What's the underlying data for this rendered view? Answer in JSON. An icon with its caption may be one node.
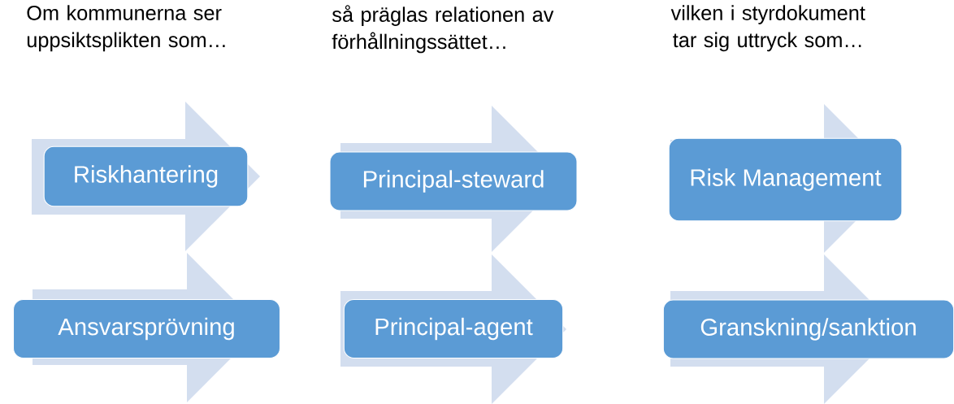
{
  "diagram": {
    "nodes": [
      {
        "text": [
          "Riskhantering"
        ]
      },
      {
        "text": [
          "Ansvarsprövning"
        ]
      },
      {
        "text": [
          "Principal-steward"
        ]
      },
      {
        "text": [
          "Principal-agent"
        ]
      },
      {
        "text": [
          "Risk Management"
        ]
      },
      {
        "text": [
          "Granskning/sanktion"
        ]
      }
    ],
    "labels": [
      "Om kommunerna ser uppsiktsplikten som…",
      "så präglas relationen av förhållningssättet…",
      "vilken i styrdokument tar sig uttryck som…"
    ]
  }
}
